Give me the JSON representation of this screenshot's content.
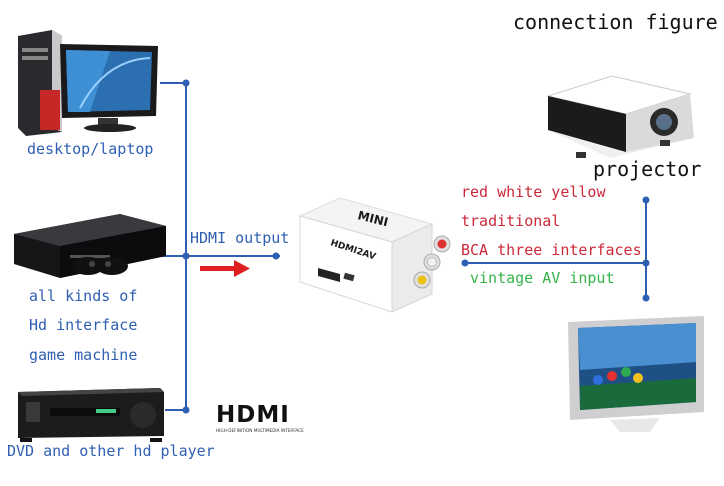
{
  "title": "connection figure",
  "sources": {
    "computer": "desktop/laptop",
    "game_line1": "all kinds of",
    "game_line2": "Hd interface",
    "game_line3": "game machine",
    "dvd": "DVD and other hd player"
  },
  "hdmi_output": "HDMI output",
  "device": {
    "top": "MINI",
    "main": "HDMI2AV"
  },
  "hdmi_logo": "HDMI",
  "hdmi_logo_sub": "HIGH-DEFINITION MULTIMEDIA INTERFACE",
  "outputs": {
    "line1": "red white yellow",
    "line2": "traditional",
    "line3": "BCA three interfaces",
    "line4": "vintage AV input",
    "projector": "projector"
  },
  "colors": {
    "line": "#2f5fb3",
    "arrow": "#e02020",
    "red_text": "#cc2a3a",
    "green_text": "#36b44a"
  }
}
